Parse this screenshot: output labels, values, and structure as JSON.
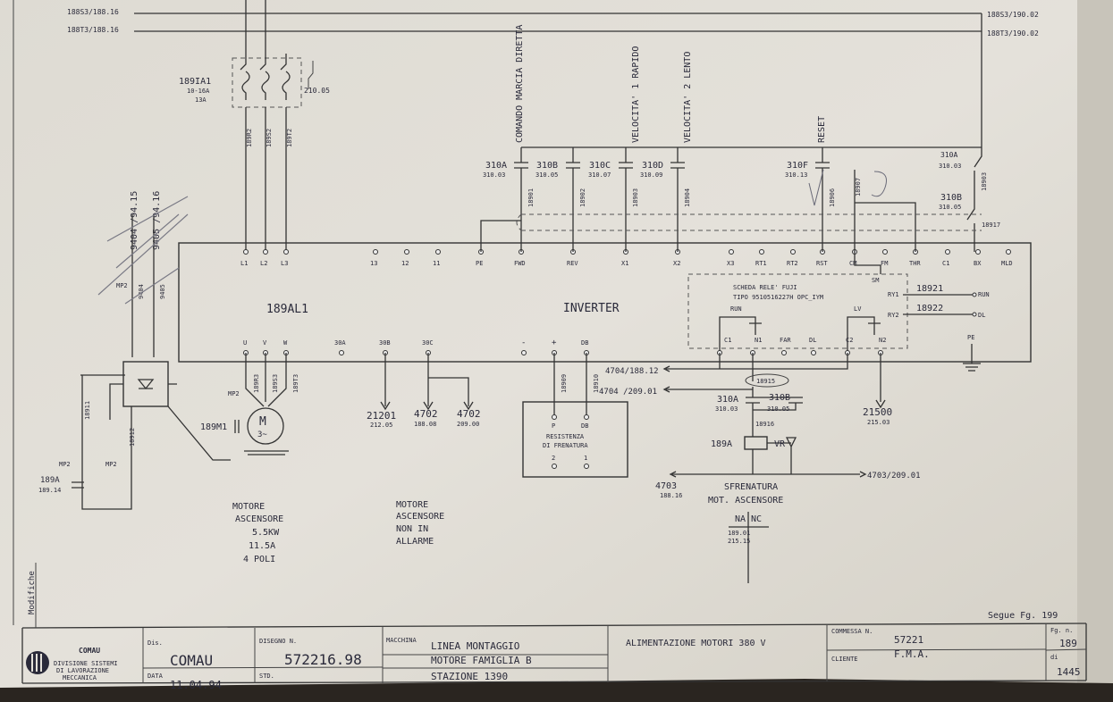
{
  "buses": {
    "left_top": "188S3/188.16",
    "left_bot": "188T3/188.16",
    "right_top": "188S3/190.02",
    "right_bot": "188T3/190.02"
  },
  "breaker": {
    "id": "189IA1",
    "range": "10-16A",
    "setting": "13A",
    "ref": "210.05"
  },
  "wires_top": [
    "189R2",
    "189S2",
    "189T2"
  ],
  "inverter": {
    "id": "189AL1",
    "title": "INVERTER"
  },
  "top_terminals": [
    "L1",
    "L2",
    "L3",
    "13",
    "12",
    "11",
    "PE",
    "FWD",
    "REV",
    "X1",
    "X2",
    "X3",
    "RT1",
    "RT2",
    "RST",
    "CM",
    "FM",
    "THR",
    "C1",
    "BX",
    "MLD"
  ],
  "bottom_terminals": [
    "U",
    "V",
    "W",
    "30A",
    "30B",
    "30C",
    "-",
    "+",
    "DB"
  ],
  "commands": {
    "marcia": "COMANDO MARCIA DIRETTA",
    "vel1": "VELOCITA' 1 RAPIDO",
    "vel2": "VELOCITA' 2 LENTO",
    "reset": "RESET"
  },
  "contacts": [
    {
      "id": "310A",
      "ref": "310.03",
      "wire": "18901"
    },
    {
      "id": "310B",
      "ref": "310.05",
      "wire": "18902"
    },
    {
      "id": "310C",
      "ref": "310.07",
      "wire": "18903"
    },
    {
      "id": "310D",
      "ref": "310.09",
      "wire": "18904"
    },
    {
      "id": "310F",
      "ref": "310.13",
      "wire": "18906"
    }
  ],
  "right_contacts": [
    {
      "id": "310A",
      "ref": "310.03"
    },
    {
      "id": "310B",
      "ref": "310.05"
    }
  ],
  "right_wires": [
    "18907",
    "18908",
    "18917"
  ],
  "relay_card": {
    "title": "SCHEDA RELE' FUJI",
    "tipo": "TIPO 9510516227H OPC_IYM",
    "run": "RUN",
    "lv": "LV",
    "terms": [
      "C1",
      "N1",
      "FAR",
      "DL",
      "C2",
      "N2"
    ],
    "ry1": "RY1",
    "ry2": "RY2",
    "out1": "18921",
    "out2": "18922",
    "run_out": "RUN",
    "dl_out": "DL",
    "sm": "SM",
    "pe": "PE"
  },
  "left_side": {
    "w1": "9404 /94.15",
    "w2": "9405 /94.16",
    "mp": "MP2",
    "wires": [
      "9404",
      "9405",
      "18911",
      "18912"
    ],
    "coil": "189A",
    "coil_ref": "189.14"
  },
  "motor": {
    "id": "189M1",
    "wires": [
      "189R3",
      "189S3",
      "189T3"
    ],
    "label": [
      "MOTORE",
      "ASCENSORE",
      "5.5KW",
      "11.5A",
      "4 POLI"
    ]
  },
  "alarm": {
    "refs": [
      {
        "n": "21201",
        "r": "212.05"
      },
      {
        "n": "4702",
        "r": "188.08"
      },
      {
        "n": "4702",
        "r": "209.00"
      }
    ],
    "label": [
      "MOTORE",
      "ASCENSORE",
      "NON IN",
      "ALLARME"
    ]
  },
  "resistor": {
    "title": "RESISTENZA",
    "title2": "DI FRENATURA",
    "wires": [
      "18909",
      "18910"
    ],
    "p": "P",
    "db": "DB",
    "n2": "2",
    "n1": "1"
  },
  "brake": {
    "wire_a": "4704/188.12",
    "wire_b": "4704 /209.01",
    "circle": "18915",
    "c1": "310A",
    "c1r": "310.03",
    "c2": "310B",
    "c2r": "310.05",
    "w2": "18916",
    "coil": "189A",
    "vr": "VR",
    "w4703a": "4703",
    "w4703ar": "188.16",
    "w4703b": "4703/209.01",
    "sf1": "SFRENATURA",
    "sf2": "MOT. ASCENSORE",
    "na": "NA",
    "nc": "NC",
    "nar": "189.01",
    "ncr": "215.15",
    "r21500": "21500",
    "r21500r": "215.03"
  },
  "footer": {
    "segue": "Segue Fg. 199",
    "modifiche": "Modifiche",
    "company": "COMAU",
    "division": [
      "DIVISIONE SISTEMI",
      "DI LAVORAZIONE",
      "MECCANICA"
    ],
    "dis_label": "Dis.",
    "dis_value": "COMAU",
    "data_label": "DATA",
    "data_value": "11.04.94",
    "disegno_label": "DISEGNO N.",
    "disegno_value": "572216.98",
    "std_label": "STD.",
    "macchina_label": "MACCHINA",
    "macchina": [
      "LINEA MONTAGGIO",
      "MOTORE FAMIGLIA B",
      "STAZIONE 1390"
    ],
    "titolo": "ALIMENTAZIONE MOTORI 380 V",
    "commessa_label": "COMMESSA N.",
    "commessa": "57221",
    "cliente_label": "CLIENTE",
    "cliente": "F.M.A.",
    "fg_label": "Fg. n.",
    "fg": "189",
    "di_label": "di",
    "di": "1445"
  }
}
